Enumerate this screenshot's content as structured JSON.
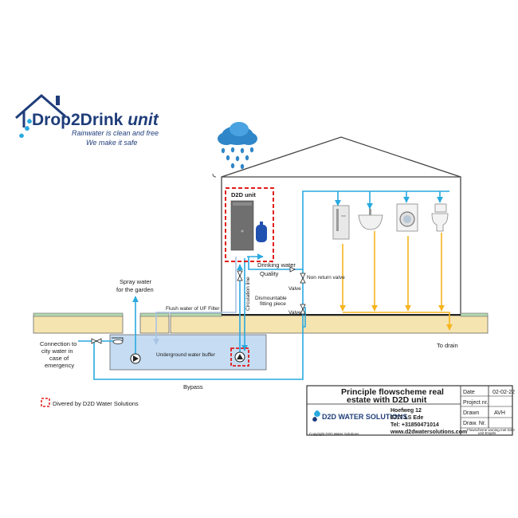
{
  "logo": {
    "name_part1": "Drop2Drink",
    "name_part2": "unit",
    "slogan_line1": "Rainwater is clean and free",
    "slogan_line2": "We make it safe"
  },
  "labels": {
    "d2d_unit": "D2D unit",
    "drinking_water_line1": "Drinking water",
    "drinking_water_line2": "Quality",
    "non_return_valve": "Non return valve",
    "valve_upper": "Valve",
    "dismountable_line1": "Dismountable",
    "dismountable_line2": "fitting piece",
    "valve_lower": "Valve",
    "circulation_line": "Circulation line",
    "flush_water": "Flush water of UF Filter",
    "spray_water_line1": "Spray water",
    "spray_water_line2": "for the garden",
    "city_water_line1": "Connection to",
    "city_water_line2": "city water in",
    "city_water_line3": "case of",
    "city_water_line4": "emergency",
    "underground_buffer": "Underground water buffer",
    "bypass": "Bypass",
    "to_drain": "To drain",
    "legend": "Divered by D2D Water Solutions"
  },
  "title_block": {
    "title_line1": "Principle flowscheme real",
    "title_line2": "estate  with D2D unit",
    "company_name": "D2D WATER SOLUTIONS",
    "address_line1": "Hoefweg 12",
    "address_line2": "6717 LS  Ede",
    "phone": "Tel: +31850471014",
    "website": "www.d2dwatersolutions.com",
    "copyright": "Copyright D2D Water Solutions",
    "fields": [
      {
        "label": "Date",
        "value": "02-02-22"
      },
      {
        "label": "Project nr.",
        "value": ""
      },
      {
        "label": "Drawn",
        "value": "AVH"
      },
      {
        "label": "Draw. Nr.",
        "value": ""
      }
    ],
    "file_line1": "Flowscheme woning met D2D",
    "file_line2": "unit Engels"
  },
  "colors": {
    "pipe_blue": "#29a9e0",
    "pipe_light": "#a9c4e4",
    "drain_orange": "#f6b41e",
    "highlight_red": "#e21b1b",
    "soil": "#f6e4b0",
    "grass": "#b5d9b0",
    "buffer": "#c5dcf2",
    "rain_cloud": "#2f86c8",
    "brand_navy": "#1f3d7a"
  },
  "icons": [
    "house-logo-icon",
    "rain-cloud-icon",
    "d2d-unit-icon",
    "expansion-vessel-icon",
    "shower-icon",
    "sink-icon",
    "washing-machine-icon",
    "toilet-icon",
    "pump-icon",
    "valve-icon",
    "tap-icon"
  ]
}
